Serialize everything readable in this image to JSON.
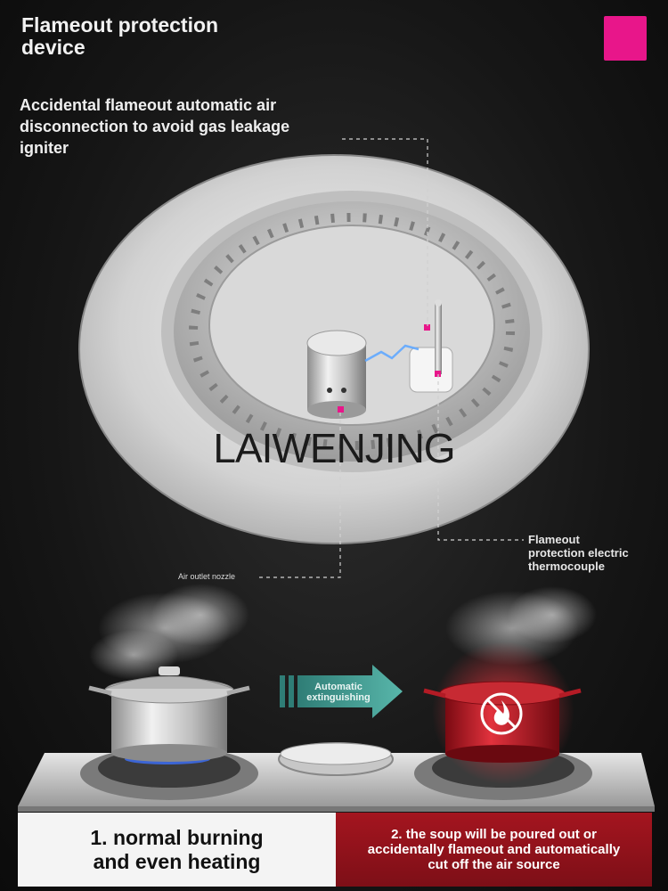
{
  "header": {
    "title_line1": "Flameout protection",
    "title_line2": "device"
  },
  "description": {
    "line1": "Accidental flameout automatic air",
    "line2": "disconnection to avoid gas leakage",
    "line3": "igniter"
  },
  "watermark": "LAIWENJING",
  "callouts": {
    "air_outlet": "Air outlet nozzle",
    "thermocouple_line1": "Flameout",
    "thermocouple_line2": "protection electric",
    "thermocouple_line3": "thermocouple"
  },
  "arrow": {
    "line1": "Automatic",
    "line2": "extinguishing"
  },
  "panels": {
    "left_line1": "1. normal burning",
    "left_line2": "and even heating",
    "right_line1": "2. the soup will be poured out or",
    "right_line2": "accidentally flameout and automatically",
    "right_line3": "cut off the air source"
  },
  "colors": {
    "accent_magenta": "#e8168a",
    "arrow_teal": "#3a8f86",
    "alert_red": "#b0161f"
  },
  "icons": {
    "status": "flame-warning-icon"
  }
}
